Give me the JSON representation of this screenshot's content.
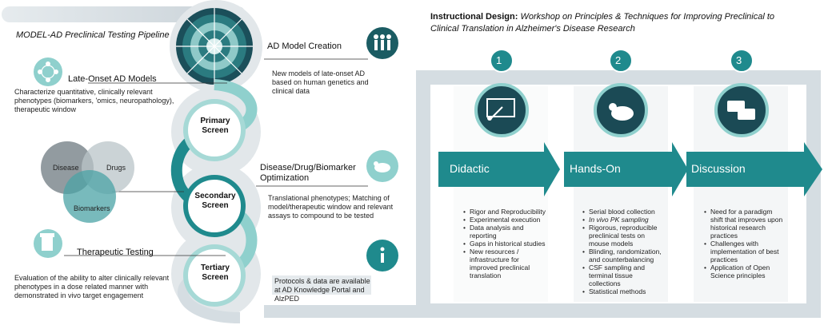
{
  "pipeline": {
    "title": "MODEL-AD Preclinical Testing Pipeline",
    "stages": [
      {
        "heading": "AD Model Creation",
        "description": "New models of late-onset AD based on human genetics and clinical data",
        "icon": "people-group-icon"
      },
      {
        "heading": "Disease/Drug/Biomarker Optimization",
        "description": "Translational phenotypes; Matching of model/therapeutic window and relevant assays to compound to be tested",
        "icon": "mouse-icon"
      },
      {
        "heading": "",
        "description": "Protocols & data are available at AD Knowledge Portal and AlzPED",
        "icon": "info-icon"
      }
    ],
    "screens": [
      "Primary Screen",
      "Secondary Screen",
      "Tertiary Screen"
    ],
    "left_blocks": [
      {
        "heading": "Late-Onset AD Models",
        "description": "Characterize quantitative, clinically relevant phenotypes (biomarkers, 'omics, neuropathology), therapeutic window",
        "icon": "network-icon"
      },
      {
        "heading": "Therapeutic Testing",
        "description": "Evaluation of the ability to alter clinically relevant phenotypes in a dose related manner with demonstrated in vivo target engagement",
        "icon": "pill-bottle-icon"
      }
    ],
    "venn": [
      "Disease",
      "Drugs",
      "Biomarkers"
    ]
  },
  "instructional": {
    "title_bold": "Instructional Design:",
    "title_italic": "Workshop on Principles & Techniques for Improving Preclinical to Clinical Translation in Alzheimer's Disease Research",
    "steps": [
      {
        "number": "1",
        "label": "Didactic",
        "icon": "presentation-board-icon",
        "bullets": [
          "Rigor and Reproducibility",
          "Experimental execution",
          "Data analysis and reporting",
          "Gaps in historical studies",
          "New resources / infrastructure for improved preclinical translation"
        ]
      },
      {
        "number": "2",
        "label": "Hands-On",
        "icon": "mouse-icon",
        "bullets": [
          "Serial blood collection",
          "In vivo PK sampling",
          "Rigorous, reproducible preclinical tests on mouse models",
          "Blinding, randomization, and counterbalancing",
          "CSF sampling and terminal tissue collections",
          "Statistical methods"
        ]
      },
      {
        "number": "3",
        "label": "Discussion",
        "icon": "speech-bubbles-icon",
        "bullets": [
          "Need for a paradigm shift that improves upon historical research practices",
          "Challenges with implementation of best practices",
          "Application of Open Science principles"
        ]
      }
    ]
  },
  "colors": {
    "dark_teal": "#1b5c63",
    "teal": "#1f8a8d",
    "light_teal": "#8fd0cd",
    "grey_band": "#cfd8dd",
    "circle_grey": "#e4e8ea"
  }
}
